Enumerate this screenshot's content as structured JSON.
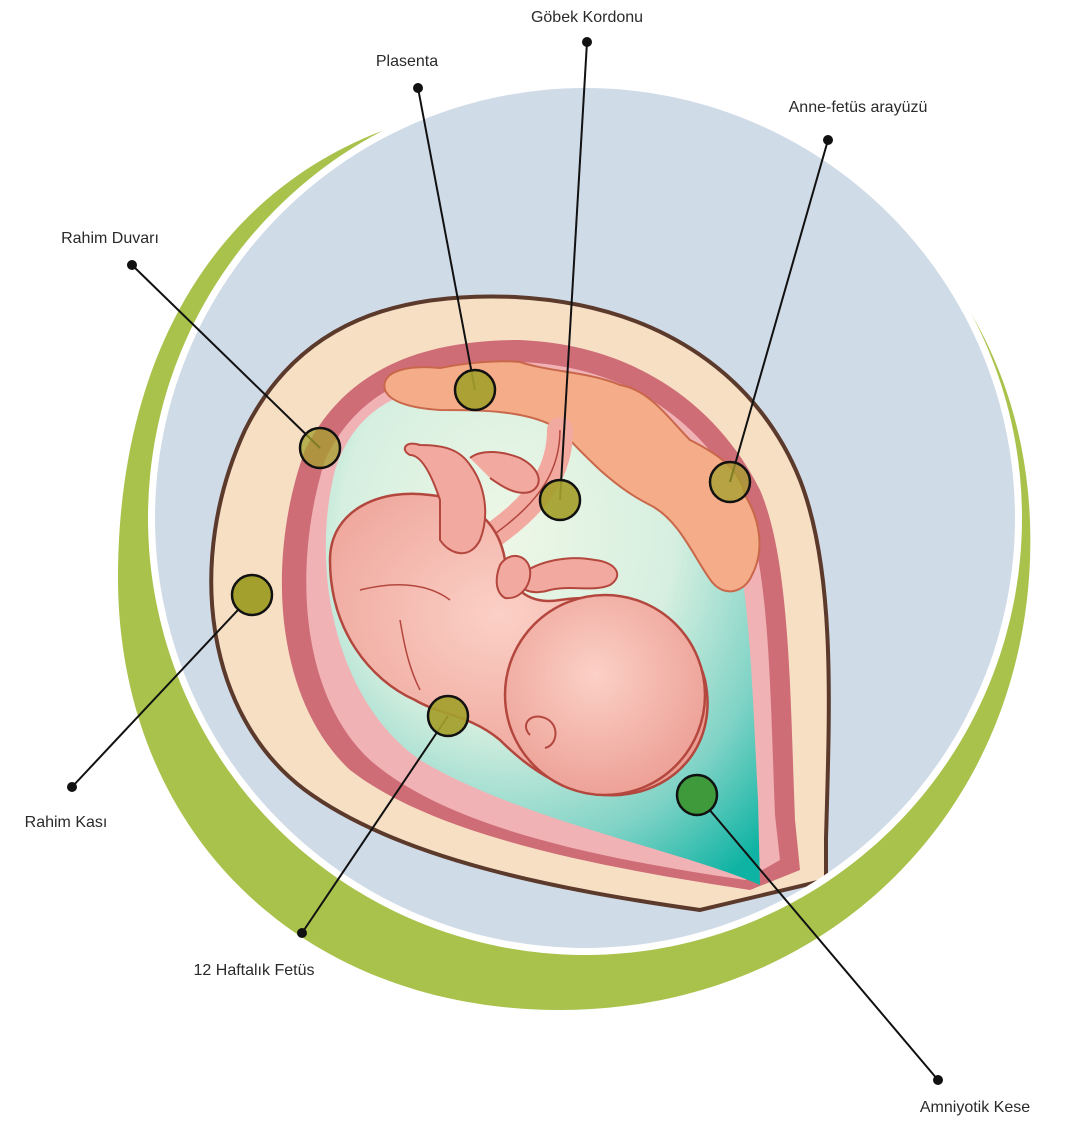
{
  "colors": {
    "outer_ring": "#a9c24b",
    "background_circle": "#d0dbe8",
    "uterus_outline": "#5b3a2c",
    "uterus_muscle": "#f7dfc4",
    "uterine_wall": "#cf6d77",
    "amniotic_fluid_light": "#e8f4df",
    "amniotic_fluid_dark": "#0fb3a3",
    "placenta": "#f4ad88",
    "fetus_skin": "#f2a9a0",
    "fetus_outline": "#b3473e",
    "marker_olive": "#a4a02d",
    "marker_green": "#3f9a3c",
    "leader_line": "#111111"
  },
  "labels": {
    "umbilical_cord": "Göbek Kordonu",
    "placenta": "Plasenta",
    "maternal_fetal_interface": "Anne-fetüs arayüzü",
    "uterine_wall": "Rahim Duvarı",
    "uterine_muscle": "Rahim Kası",
    "fetus_12_weeks": "12 Haftalık Fetüs",
    "amniotic_sac": "Amniyotik Kese"
  }
}
